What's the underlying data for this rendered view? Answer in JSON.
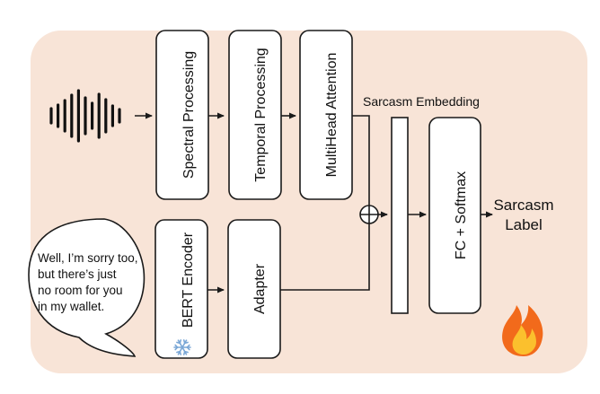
{
  "colors": {
    "panel": "#f8e4d7",
    "box_fill": "#ffffff",
    "stroke": "#1a1a1a",
    "snowflake": "#7aa7d6",
    "flame_outer": "#f26a1b",
    "flame_inner": "#fbc02d"
  },
  "blocks": {
    "spectral": "Spectral Processing",
    "temporal": "Temporal Processing",
    "attention": "MultiHead Attention",
    "bert": "BERT Encoder",
    "adapter": "Adapter",
    "fc": "FC + Softmax"
  },
  "labels": {
    "sarcasm_embedding": "Sarcasm Embedding",
    "output_line1": "Sarcasm",
    "output_line2": "Label"
  },
  "speech_bubble": {
    "lines": [
      "Well, I’m sorry too,",
      "but there’s just",
      "no room for you",
      "in my wallet."
    ]
  },
  "icons": {
    "audio": "audio-waveform-icon",
    "frozen": "snowflake-icon",
    "trainable": "flame-icon",
    "fusion": "circled-plus-icon"
  }
}
